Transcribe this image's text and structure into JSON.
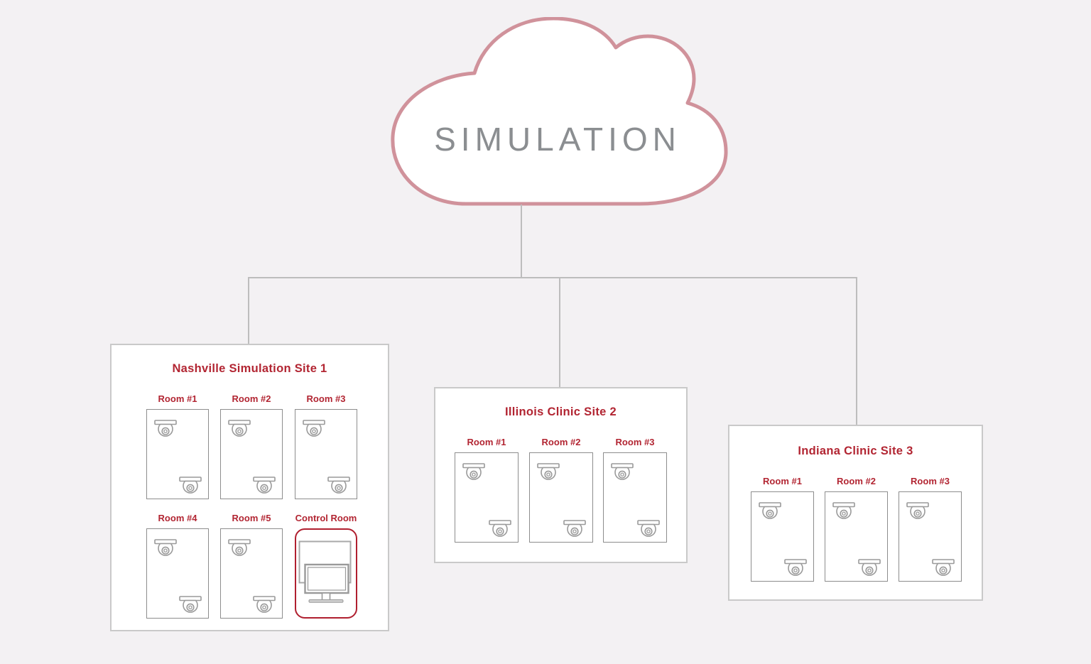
{
  "cloud": {
    "label": "SIMULATION"
  },
  "sites": [
    {
      "title": "Nashville Simulation Site 1",
      "rooms": [
        {
          "label": "Room #1",
          "type": "camera-room",
          "cameras": 2
        },
        {
          "label": "Room #2",
          "type": "camera-room",
          "cameras": 2
        },
        {
          "label": "Room #3",
          "type": "camera-room",
          "cameras": 2
        },
        {
          "label": "Room #4",
          "type": "camera-room",
          "cameras": 2
        },
        {
          "label": "Room #5",
          "type": "camera-room",
          "cameras": 2
        },
        {
          "label": "Control Room",
          "type": "control-room",
          "cameras": 0
        }
      ]
    },
    {
      "title": "Illinois Clinic Site 2",
      "rooms": [
        {
          "label": "Room #1",
          "type": "camera-room",
          "cameras": 2
        },
        {
          "label": "Room #2",
          "type": "camera-room",
          "cameras": 2
        },
        {
          "label": "Room #3",
          "type": "camera-room",
          "cameras": 2
        }
      ]
    },
    {
      "title": "Indiana Clinic Site 3",
      "rooms": [
        {
          "label": "Room #1",
          "type": "camera-room",
          "cameras": 2
        },
        {
          "label": "Room #2",
          "type": "camera-room",
          "cameras": 2
        },
        {
          "label": "Room #3",
          "type": "camera-room",
          "cameras": 2
        }
      ]
    }
  ],
  "icons": {
    "camera": "dome-camera-icon",
    "monitor": "control-monitor-icon",
    "cloud": "cloud-outline"
  },
  "colors": {
    "accent_red": "#b22532",
    "control_border_red": "#b01f2f",
    "cloud_stroke": "#d0929b",
    "connector_gray": "#bdbdbd",
    "site_border_gray": "#c9c9c9",
    "room_border_gray": "#8d8d8d",
    "icon_gray": "#9a9a9a",
    "cloud_text_gray": "#8b8e91",
    "background": "#f3f1f3"
  }
}
